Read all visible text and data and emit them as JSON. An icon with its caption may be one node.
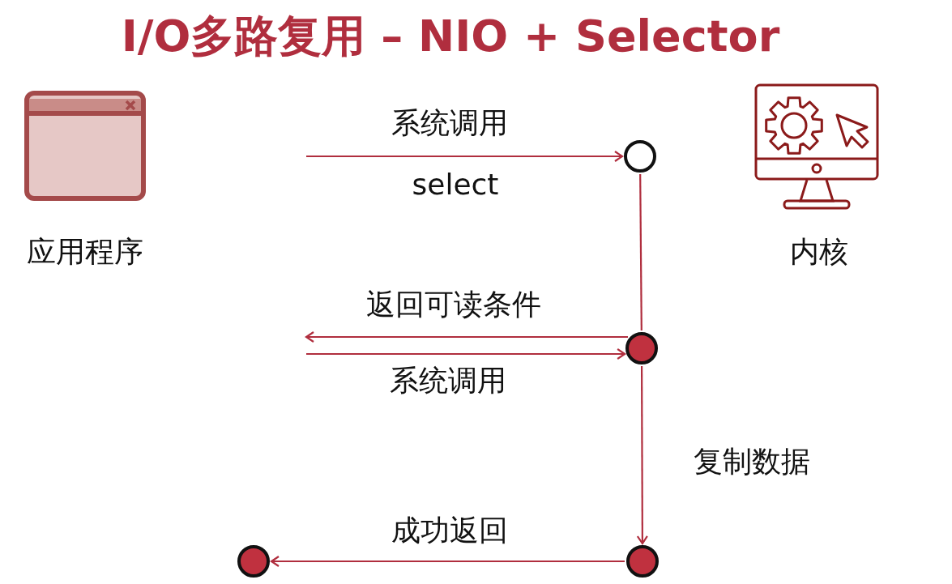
{
  "diagram": {
    "title": "I/O多路复用 – NIO + Selector",
    "nodes": [
      {
        "text": [
          "应用程序"
        ]
      },
      {
        "text": [
          "内核"
        ]
      },
      {
        "text": [],
        "shape": "circle"
      },
      {
        "text": [],
        "shape": "circle"
      },
      {
        "text": [],
        "shape": "circle"
      },
      {
        "text": [],
        "shape": "circle"
      }
    ],
    "edges": [
      {
        "from": null,
        "to": 2,
        "arrow": "to",
        "label": "系统调用"
      },
      {
        "from": 2,
        "to": 3,
        "arrow": "none"
      },
      {
        "from": 3,
        "to": null,
        "arrow": "to",
        "label": "返回可读条件"
      },
      {
        "from": null,
        "to": 3,
        "arrow": "to",
        "label": "系统调用"
      },
      {
        "from": 3,
        "to": 4,
        "arrow": "to",
        "label": "复制数据"
      },
      {
        "from": 4,
        "to": 5,
        "arrow": "to",
        "label": "成功返回"
      }
    ],
    "labels": [
      "select"
    ]
  }
}
